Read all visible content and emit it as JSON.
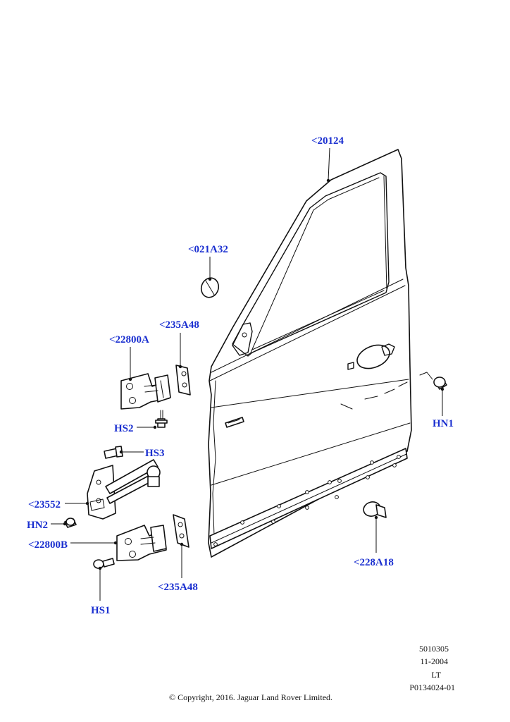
{
  "callouts": {
    "door_shell": "<20124",
    "plug": "<021A32",
    "shim_upper": "<235A48",
    "hinge_upper": "<22800A",
    "bolt_hs2": "HS2",
    "bolt_hs3": "HS3",
    "check_strap": "<23552",
    "nut_hn2": "HN2",
    "hinge_lower": "<22800B",
    "bolt_hs1": "HS1",
    "shim_lower": "<235A48",
    "nut_hn1": "HN1",
    "buffer": "<228A18"
  },
  "meta": {
    "code": "5010305",
    "date": "11-2004",
    "market": "LT",
    "ref": "P0134024-01",
    "copyright": "© Copyright, 2016. Jaguar Land Rover Limited."
  }
}
